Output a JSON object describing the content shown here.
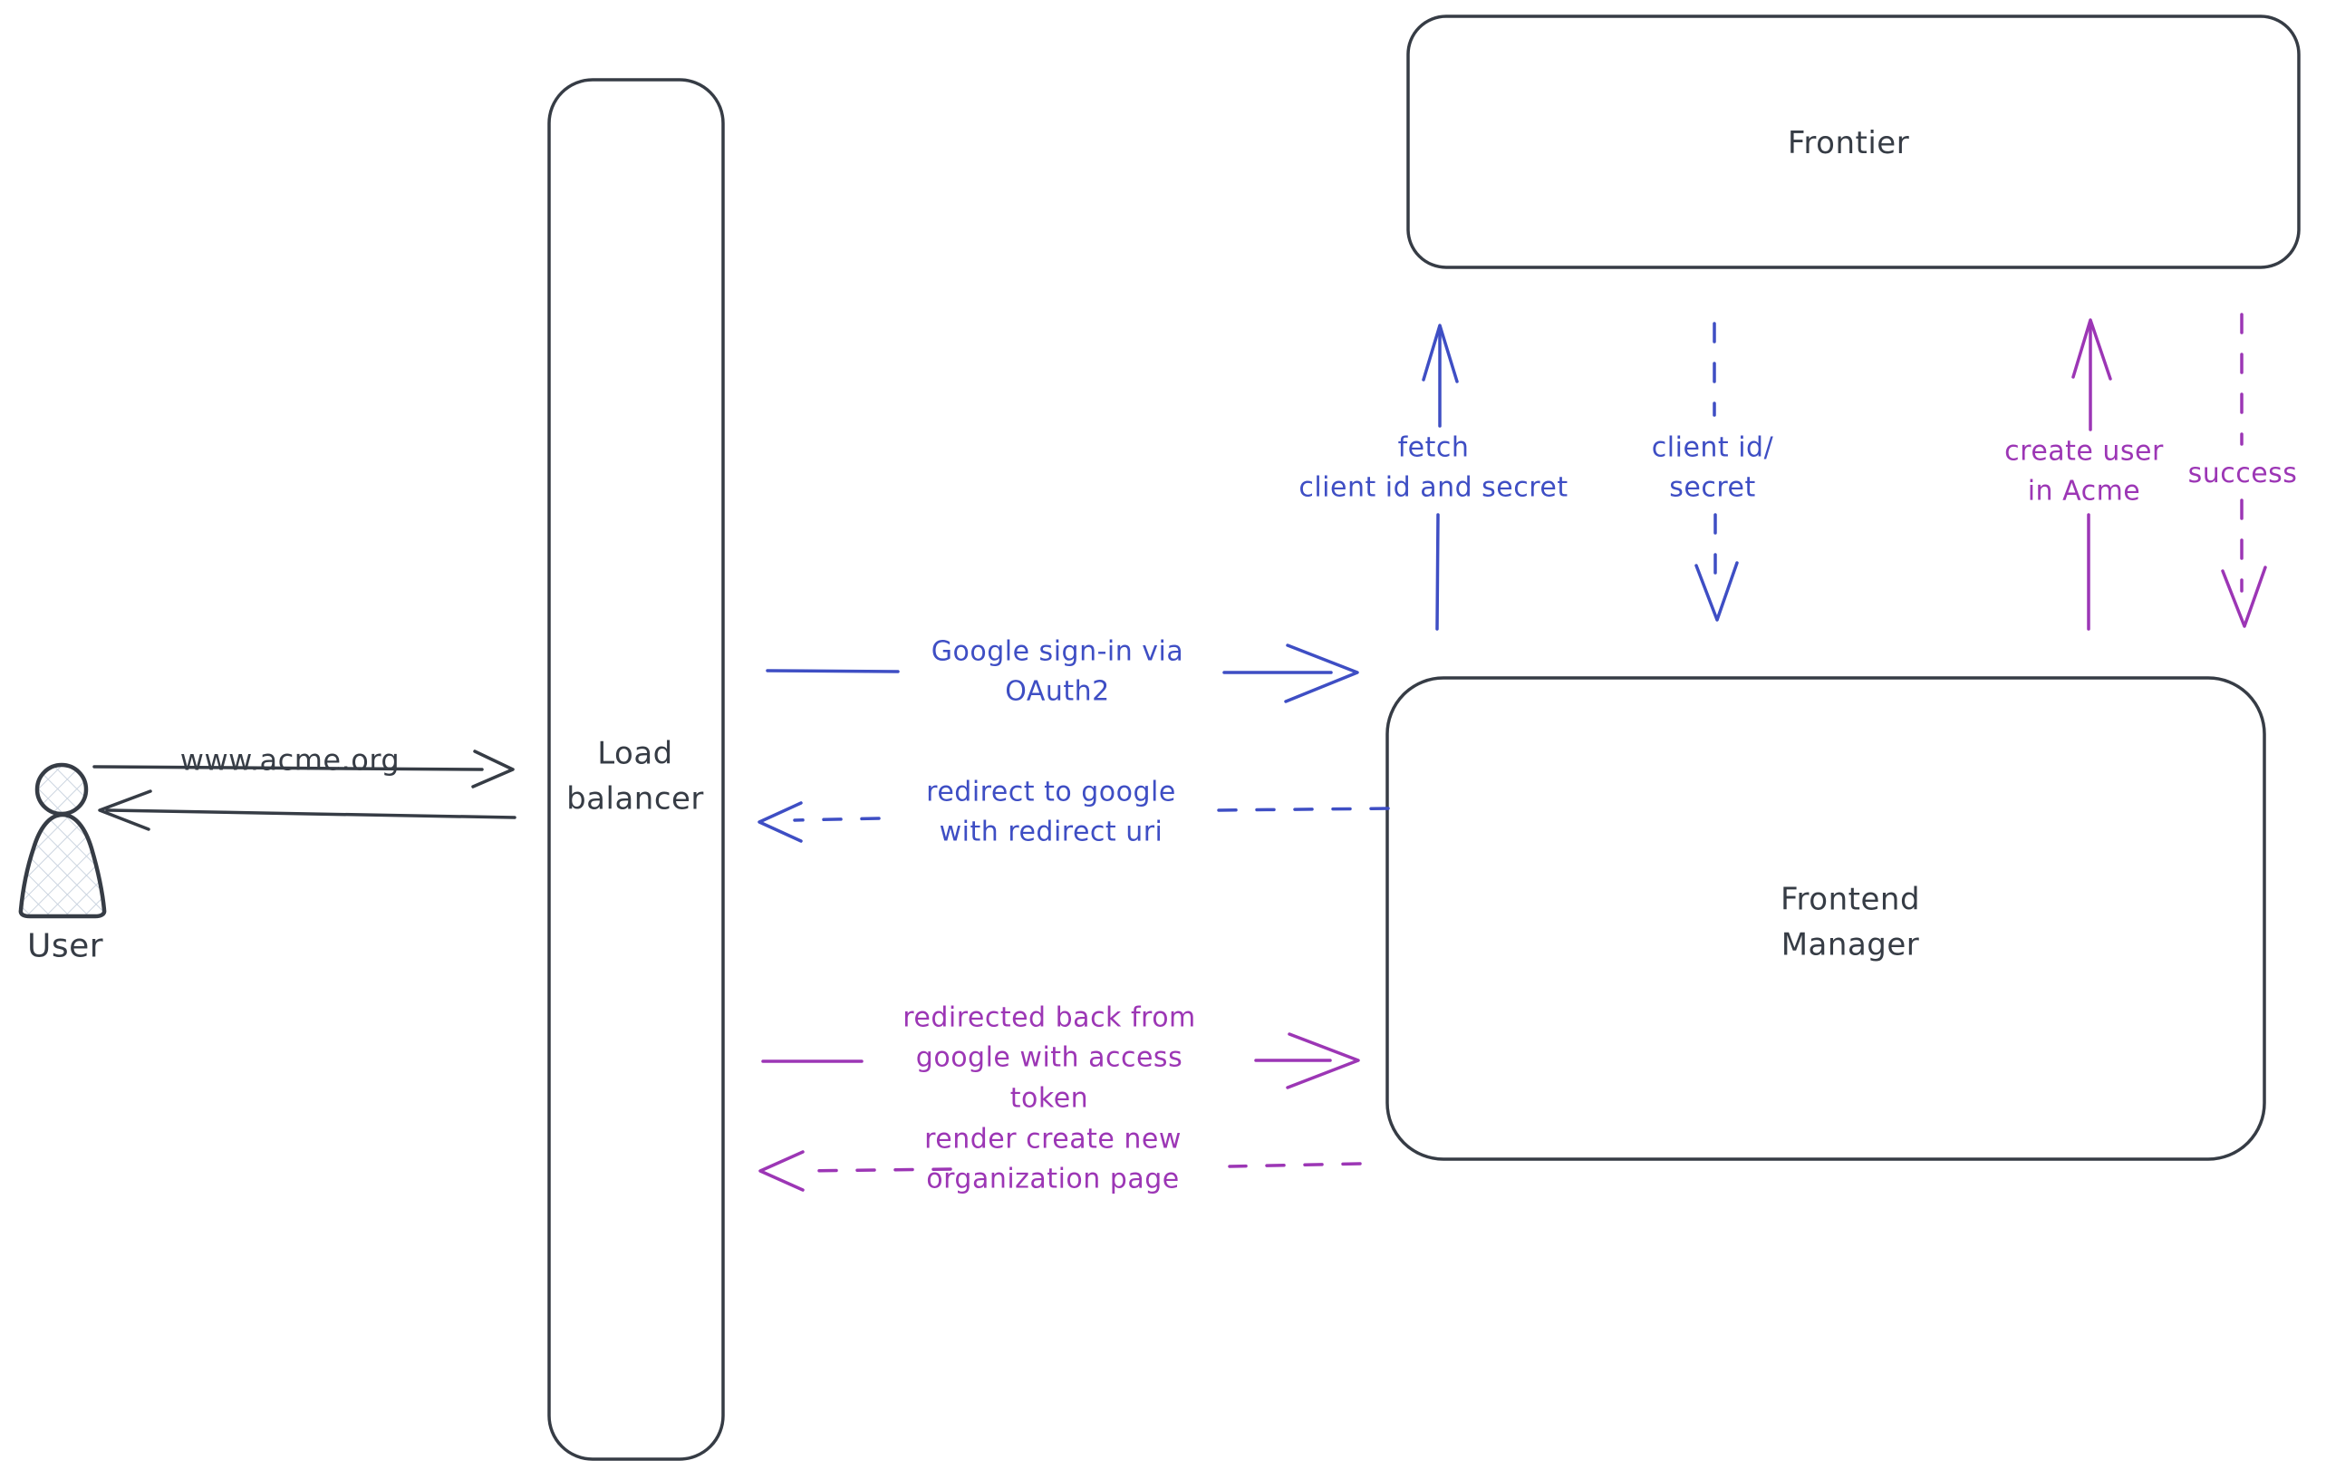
{
  "colors": {
    "ink": "#363c45",
    "blue": "#3e4ec4",
    "purple": "#9c36b5",
    "hatch": "#ccd5e0"
  },
  "nodes": {
    "user": {
      "label": "User"
    },
    "load_balancer": {
      "line1": "Load",
      "line2": "balancer"
    },
    "frontier": {
      "label": "Frontier"
    },
    "frontend_manager": {
      "line1": "Frontend",
      "line2": "Manager"
    }
  },
  "edges": {
    "acme_request": {
      "label": "www.acme.org"
    },
    "google_signin": {
      "line1": "Google sign-in via",
      "line2": "OAuth2"
    },
    "redirect_google": {
      "line1": "redirect to google",
      "line2": "with redirect uri"
    },
    "redirected_back": {
      "line1": "redirected back from",
      "line2": "google with access",
      "line3": "token"
    },
    "render_page": {
      "line1": "render create new",
      "line2": "organization page"
    },
    "fetch_secret": {
      "line1": "fetch",
      "line2": "client id and secret"
    },
    "client_id_secret": {
      "line1": "client id/",
      "line2": "secret"
    },
    "create_user": {
      "line1": "create user",
      "line2": "in Acme"
    },
    "success": {
      "label": "success"
    }
  }
}
